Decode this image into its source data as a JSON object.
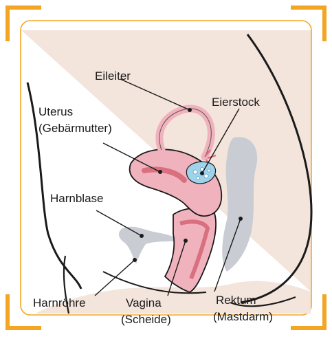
{
  "labels": {
    "eileiter": "Eileiter",
    "eierstock": "Eierstock",
    "uterus": "Uterus",
    "uterus_sub": "(Gebärmutter)",
    "harnblase": "Harnblase",
    "harnroehre": "Harnröhre",
    "vagina": "Vagina",
    "vagina_sub": "(Scheide)",
    "rektum": "Rektum",
    "rektum_sub": "(Mastdarm)"
  },
  "colors": {
    "accent": "#f2a623",
    "skin": "#f3e4dc",
    "tissue_pink": "#f0b3bd",
    "tissue_dark": "#d9707f",
    "organ_gray": "#c9cdd3",
    "ovary_blue": "#9fd3ec"
  }
}
